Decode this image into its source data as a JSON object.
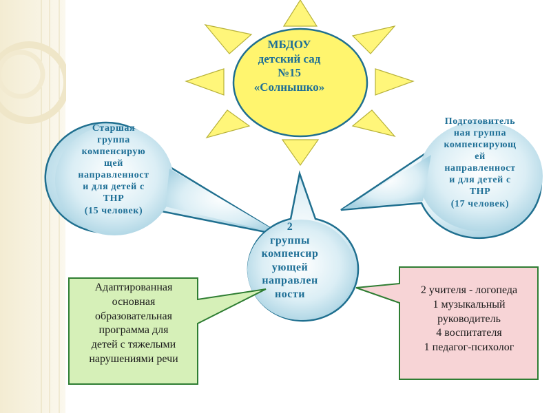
{
  "sun": {
    "lines": [
      "МБДОУ",
      "детский сад",
      "№15",
      "«Солнышко»"
    ]
  },
  "left_group": {
    "lines": [
      "Старшая",
      "группа",
      "компенсирую",
      "щей",
      "направленност",
      "и для детей с",
      "ТНР",
      "(15 человек)"
    ]
  },
  "right_group": {
    "lines": [
      "Подготовитель",
      "ная группа",
      "компенсирующ",
      "ей",
      "направленност",
      "и для детей с",
      "ТНР",
      "(17 человек)"
    ]
  },
  "center": {
    "lines": [
      "2",
      "группы",
      "компенсир",
      "ующей",
      "направлен",
      "ности"
    ]
  },
  "program_box": {
    "lines": [
      "Адаптированная",
      "основная",
      "образовательная",
      "программа для",
      "детей с тяжелыми",
      "нарушениями речи"
    ]
  },
  "staff_box": {
    "lines": [
      "2 учителя - логопеда",
      "1  музыкальный",
      "руководитель",
      "4 воспитателя",
      "1 педагог-психолог"
    ]
  },
  "colors": {
    "sun_fill": "#fff56e",
    "bubble_blue": "#d8ecf2",
    "program_fill": "#d6f0b8",
    "staff_fill": "#f7d4d6",
    "title_text": "#1e6f96"
  }
}
